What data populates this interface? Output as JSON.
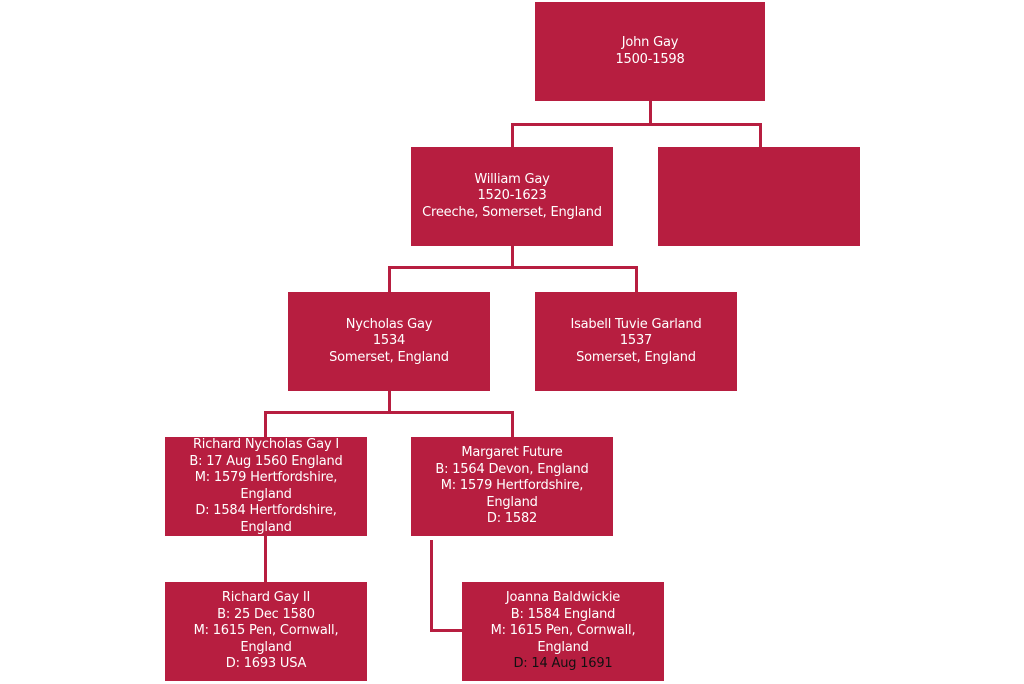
{
  "title": "Gay family tree",
  "colors": {
    "box_fill": "#b71e40",
    "text": "#ffffff",
    "connector": "#b71e40"
  },
  "people": {
    "john_gay": {
      "lines": [
        "John Gay",
        "1500-1598"
      ]
    },
    "william_gay": {
      "lines": [
        "William Gay",
        "1520-1623",
        "Creeche, Somerset, England"
      ]
    },
    "unnamed_spouse": {
      "lines": []
    },
    "nycholas_gay": {
      "lines": [
        "Nycholas Gay",
        "1534",
        "Somerset, England"
      ]
    },
    "isabell_garland": {
      "lines": [
        "Isabell Tuvie Garland",
        "1537",
        "Somerset, England"
      ]
    },
    "richard_gay_i": {
      "lines": [
        "Richard Nycholas Gay I",
        "B: 17 Aug 1560 England",
        "M: 1579 Hertfordshire,",
        "England",
        "D: 1584 Hertfordshire,",
        "England"
      ]
    },
    "margaret_future": {
      "lines": [
        "Margaret Future",
        "B: 1564 Devon, England",
        "M: 1579 Hertfordshire,",
        "England",
        "D: 1582"
      ]
    },
    "richard_gay_ii": {
      "lines": [
        "Richard Gay II",
        "B: 25 Dec 1580",
        "M: 1615 Pen, Cornwall,",
        "England",
        "D: 1693 USA"
      ]
    },
    "joanna_baldwickie": {
      "lines": [
        "Joanna Baldwickie",
        "B: 1584 England",
        "M: 1615 Pen, Cornwall,",
        "England",
        "D: 14 Aug 1691"
      ]
    }
  }
}
